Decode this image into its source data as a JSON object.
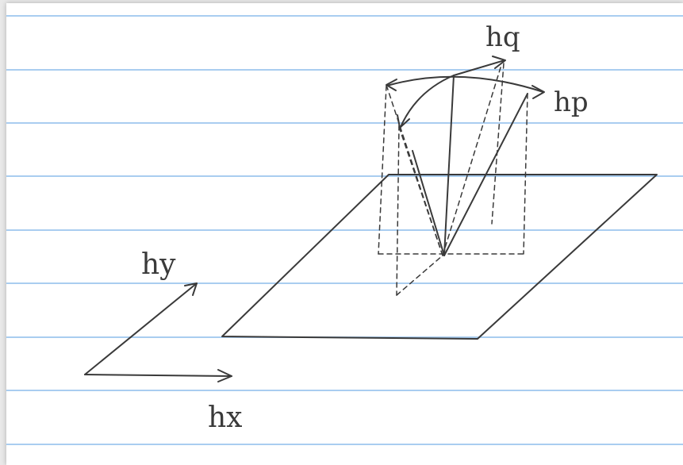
{
  "labels": {
    "hq": "hq",
    "hp": "hp",
    "hy": "hy",
    "hx": "hx"
  },
  "colors": {
    "paper": "#ffffff",
    "rule_line": "#a9cdf0",
    "ink": "#3a3a3a"
  }
}
